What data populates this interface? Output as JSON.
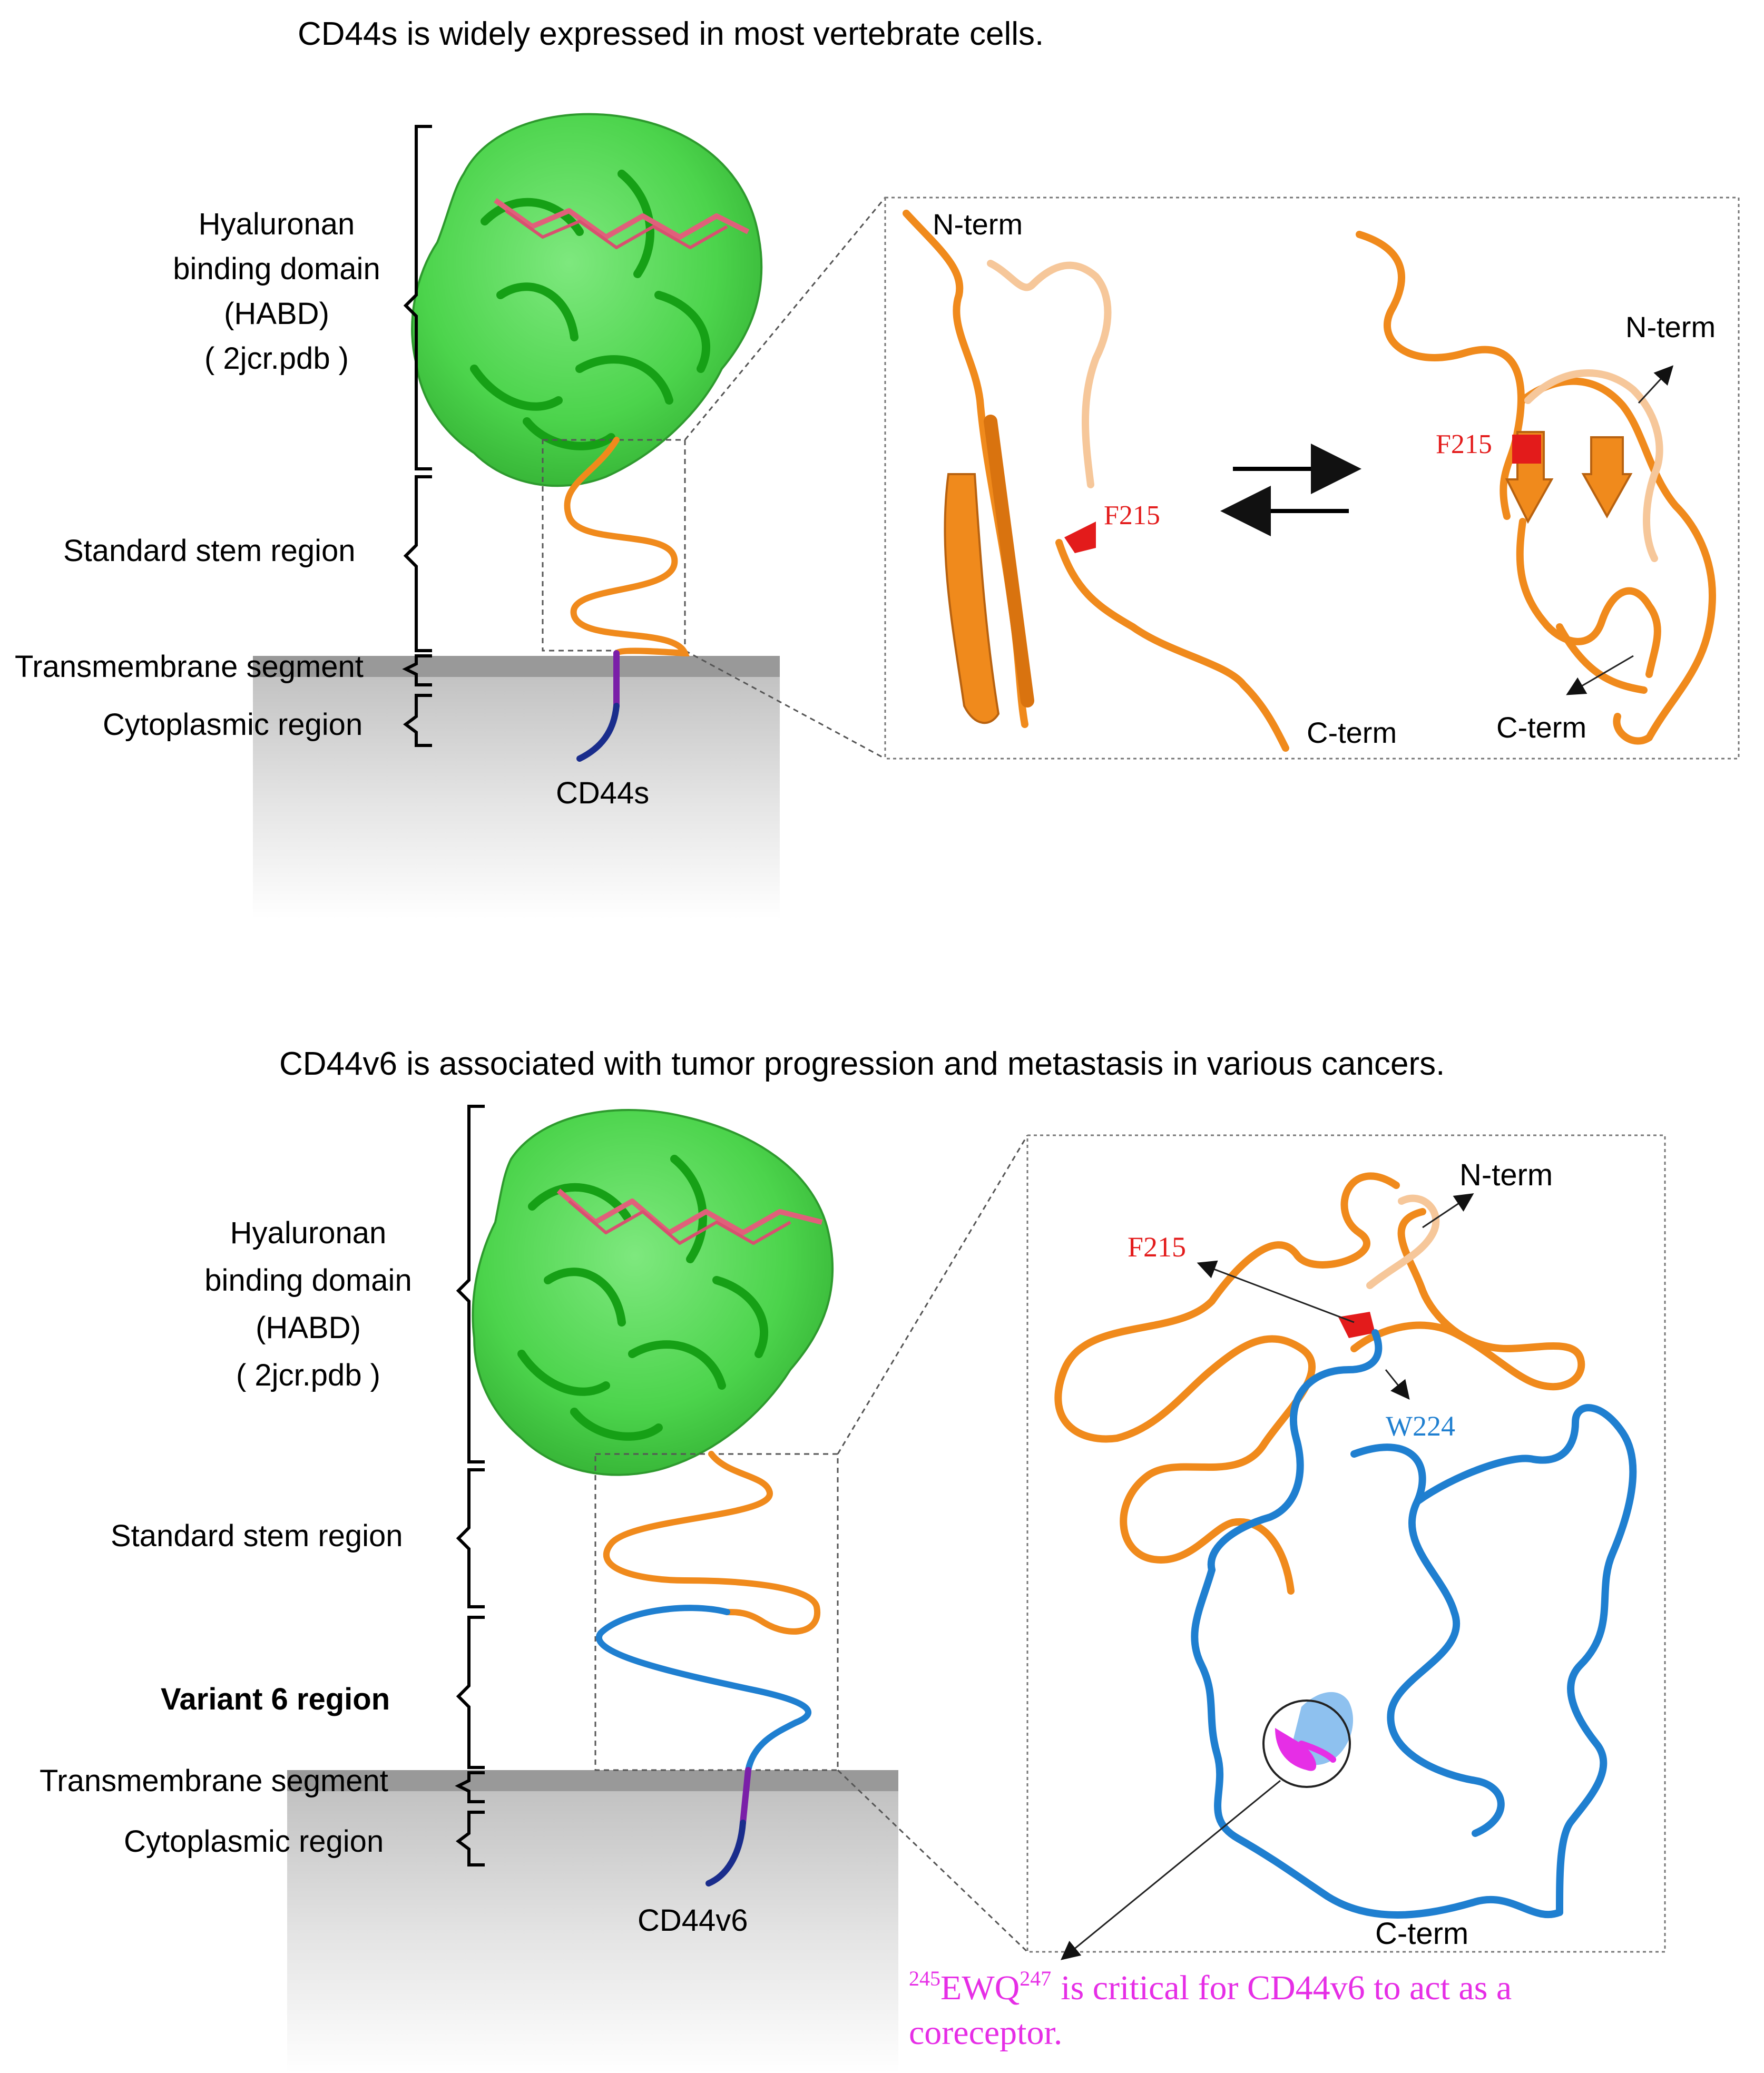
{
  "panel_top": {
    "title": "CD44s is widely expressed in most vertebrate cells.",
    "regions": {
      "habd": [
        "Hyaluronan",
        "binding domain",
        "(HABD)",
        "( 2jcr.pdb )"
      ],
      "stem": "Standard stem region",
      "transmembrane": "Transmembrane segment",
      "cytoplasmic": "Cytoplasmic region"
    },
    "protein_label": "CD44s",
    "zoom_left": {
      "n_term": "N-term",
      "c_term": "C-term",
      "residue": "F215"
    },
    "zoom_right": {
      "n_term": "N-term",
      "c_term": "C-term",
      "residue": "F215"
    }
  },
  "panel_bottom": {
    "title": "CD44v6 is associated with tumor progression and metastasis in various cancers.",
    "regions": {
      "habd": [
        "Hyaluronan",
        "binding domain",
        "(HABD)",
        "( 2jcr.pdb )"
      ],
      "stem": "Standard stem region",
      "variant": "Variant 6 region",
      "transmembrane": "Transmembrane segment",
      "cytoplasmic": "Cytoplasmic region"
    },
    "protein_label": "CD44v6",
    "zoom": {
      "n_term": "N-term",
      "c_term": "C-term",
      "residue_f": "F215",
      "residue_w": "W224"
    },
    "note_line1": "is critical for CD44v6 to act as a",
    "note_line2": "coreceptor.",
    "note_superscript_start": "245",
    "note_motif": "EWQ",
    "note_superscript_end": "247"
  },
  "colors": {
    "habd_green": "#3fcf3f",
    "stem_orange": "#f08a1c",
    "variant_blue": "#1f7fd0",
    "transmembrane_purple": "#7a1fa8",
    "cytoplasmic_navy": "#1a2d8c",
    "residue_red": "#e31b1b",
    "w224_blue": "#1f7fd0",
    "motif_magenta": "#e62ee6"
  }
}
